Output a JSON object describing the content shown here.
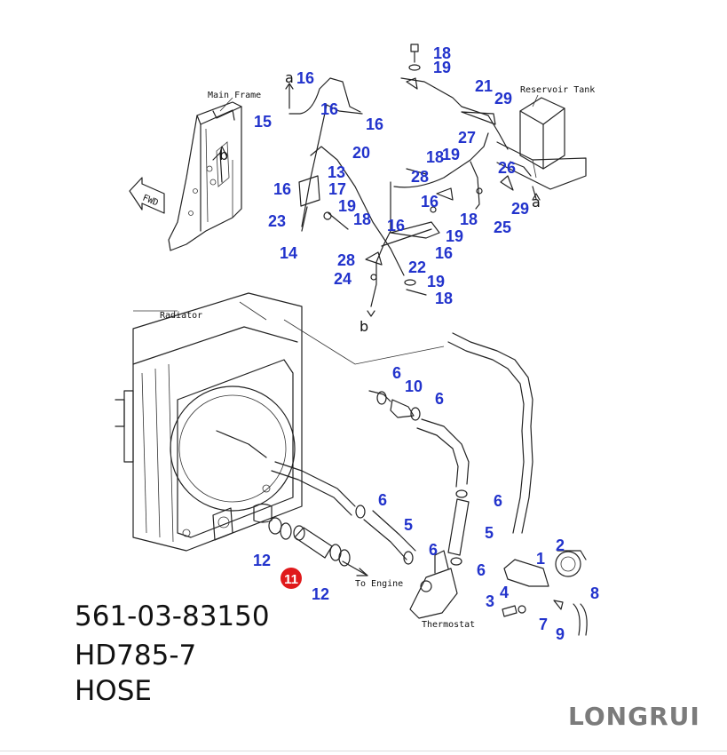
{
  "labels": {
    "main_frame": "Main Frame",
    "reservoir_tank": "Reservoir Tank",
    "radiator": "Radiator",
    "to_engine": "To Engine",
    "thermostat": "Thermostat",
    "fwd": "FWD",
    "ref_a1": "a",
    "ref_a2": "a",
    "ref_b1": "b",
    "ref_b2": "b"
  },
  "callouts": {
    "c1": "18",
    "c2": "19",
    "c3": "16",
    "c4": "21",
    "c5": "29",
    "c6": "15",
    "c7": "16",
    "c8": "16",
    "c9": "20",
    "c10": "27",
    "c11": "18",
    "c12": "19",
    "c13": "13",
    "c14": "26",
    "c15": "28",
    "c16": "16",
    "c17": "17",
    "c18": "19",
    "c19": "18",
    "c20": "16",
    "c21": "18",
    "c22": "29",
    "c23": "23",
    "c24": "16",
    "c25": "19",
    "c26": "25",
    "c27": "14",
    "c28": "16",
    "c29": "28",
    "c30": "22",
    "c31": "24",
    "c32": "19",
    "c33": "18",
    "c34": "6",
    "c35": "10",
    "c36": "6",
    "c37": "6",
    "c38": "6",
    "c39": "5",
    "c40": "5",
    "c41": "2",
    "c42": "6",
    "c43": "1",
    "c44": "6",
    "c45": "12",
    "c46": "12",
    "c47": "4",
    "c48": "8",
    "c49": "3",
    "c50": "7",
    "c51": "9"
  },
  "highlight": {
    "part_index": "11",
    "color": "#e0191b"
  },
  "part_info": {
    "part_number": "561-03-83150",
    "model": "HD785-7",
    "name": "HOSE"
  },
  "brand": "LONGRUI",
  "colors": {
    "callout": "#2233cc",
    "highlight": "#e0191b",
    "line": "#222222",
    "brand": "#7b7b7b"
  }
}
